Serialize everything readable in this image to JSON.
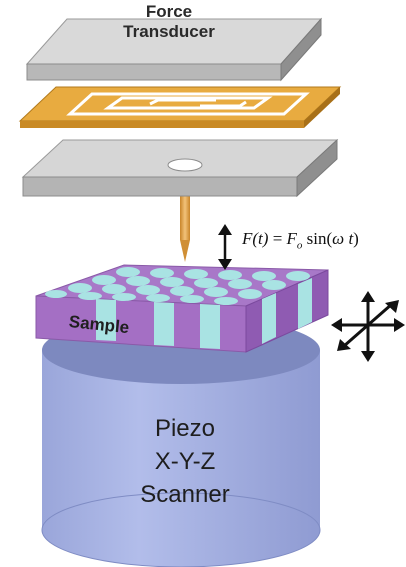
{
  "labels": {
    "force": "Force",
    "transducer": "Transducer",
    "sample": "Sample",
    "piezo": "Piezo",
    "xyz": "X-Y-Z",
    "scanner": "Scanner"
  },
  "equation": {
    "lhs": "F(t)",
    "equals": "=",
    "amp": "F",
    "amp_sub": "o",
    "func": "sin(",
    "omega": "ω",
    "t": "t",
    "close": ")"
  },
  "colors": {
    "plate_top": "#d9d9d9",
    "plate_side": "#8f8f8f",
    "spring": "#e6a83c",
    "tip": "#e0a44a",
    "sample_top": "#a574c4",
    "sample_side": "#a36fc2",
    "dots": "#a9e3e3",
    "cylinder": "#aab6e4",
    "cylinder_shadow": "#8d9ad0"
  },
  "icons": [
    "double-vertical-arrow-icon",
    "xyz-move-arrows-icon"
  ]
}
